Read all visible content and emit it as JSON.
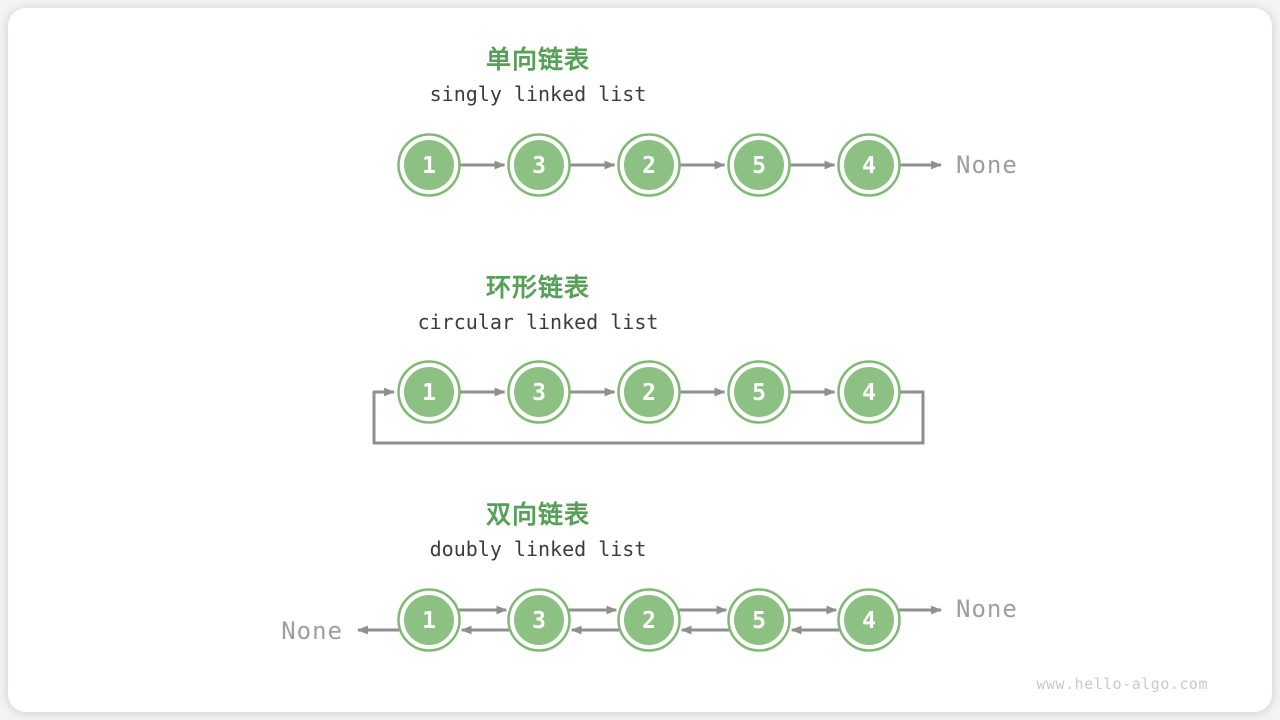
{
  "page": {
    "watermark": "www.hello-algo.com"
  },
  "colors": {
    "title_green": "#57a05a",
    "node_fill": "#8cc183",
    "node_stroke": "#7fb973",
    "node_value_text": "#ffffff",
    "arrow_gray": "#8f8f8f",
    "none_text": "#9e9e9e",
    "subtitle_text": "#3c3c3c",
    "watermark_text": "#c9c9c9",
    "card_bg": "#ffffff"
  },
  "sections": [
    {
      "id": "singly",
      "type": "singly",
      "title": "单向链表",
      "subtitle": "singly linked list",
      "nodes": [
        "1",
        "3",
        "2",
        "5",
        "4"
      ],
      "tail_label": "None"
    },
    {
      "id": "circular",
      "type": "circular",
      "title": "环形链表",
      "subtitle": "circular linked list",
      "nodes": [
        "1",
        "3",
        "2",
        "5",
        "4"
      ]
    },
    {
      "id": "doubly",
      "type": "doubly",
      "title": "双向链表",
      "subtitle": "doubly linked list",
      "nodes": [
        "1",
        "3",
        "2",
        "5",
        "4"
      ],
      "head_label": "None",
      "tail_label": "None"
    }
  ]
}
